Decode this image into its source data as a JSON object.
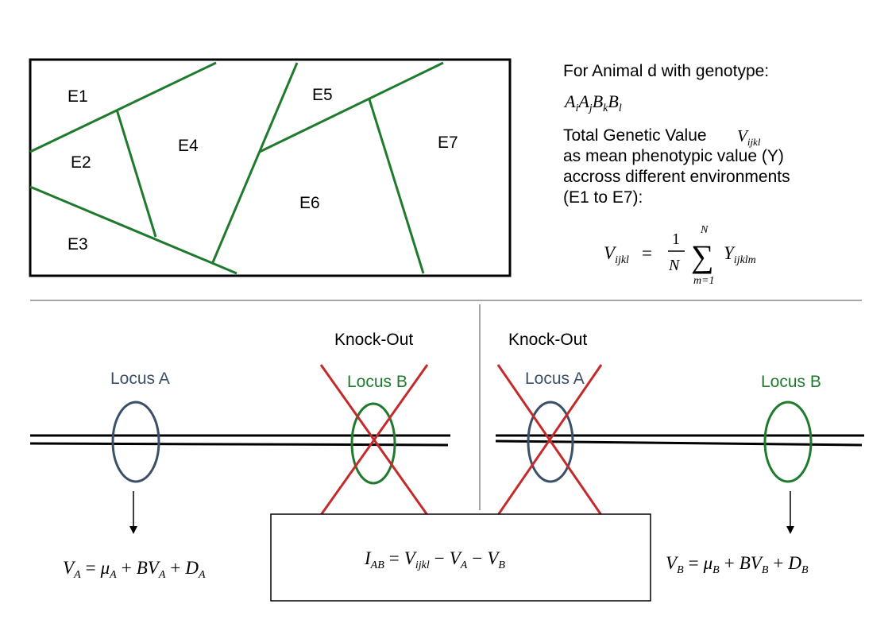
{
  "environments": {
    "e1": "E1",
    "e2": "E2",
    "e3": "E3",
    "e4": "E4",
    "e5": "E5",
    "e6": "E6",
    "e7": "E7"
  },
  "description": {
    "heading": "For Animal d with genotype:",
    "genotype": {
      "a1": "A",
      "a1_sub": "i",
      "a2": "A",
      "a2_sub": "j",
      "b1": "B",
      "b1_sub": "k",
      "b2": "B",
      "b2_sub": "l"
    },
    "line1_prefix": "Total Genetic Value",
    "line1_var": "V",
    "line1_sub": "ijkl",
    "line2": "as mean phenotypic value (Y)",
    "line3": "accross different environments",
    "line4": "(E1 to E7):"
  },
  "mean_formula": {
    "lhs": "V",
    "lhs_sub": "ijkl",
    "equals": "=",
    "numerator": "1",
    "denominator": "N",
    "sum_top": "N",
    "sum_symbol": "∑",
    "sum_bottom": "m=1",
    "term": "Y",
    "term_sub": "ijklm"
  },
  "left_panel": {
    "knockout_label": "Knock-Out",
    "locus_a_label": "Locus A",
    "locus_b_label": "Locus B",
    "formula": {
      "lhs": "V",
      "lhs_sub": "A",
      "eq": "=",
      "mu": "μ",
      "mu_sub": "A",
      "plus1": "+",
      "bv": "BV",
      "bv_sub": "A",
      "plus2": "+",
      "d": "D",
      "d_sub": "A"
    }
  },
  "right_panel": {
    "knockout_label": "Knock-Out",
    "locus_a_label": "Locus A",
    "locus_b_label": "Locus B",
    "formula": {
      "lhs": "V",
      "lhs_sub": "B",
      "eq": "=",
      "mu": "μ",
      "mu_sub": "B",
      "plus1": "+",
      "bv": "BV",
      "bv_sub": "B",
      "plus2": "+",
      "d": "D",
      "d_sub": "B"
    }
  },
  "interaction_formula": {
    "lhs": "I",
    "lhs_sub": "AB",
    "eq": "=",
    "t1": "V",
    "t1_sub": "ijkl",
    "minus1": "−",
    "t2": "V",
    "t2_sub": "A",
    "minus2": "−",
    "t3": "V",
    "t3_sub": "B"
  },
  "colors": {
    "green": "#1f7a2e",
    "blue_gray": "#3b5068",
    "red": "#c42a2a",
    "black": "#000000",
    "gray_line": "#888888"
  }
}
